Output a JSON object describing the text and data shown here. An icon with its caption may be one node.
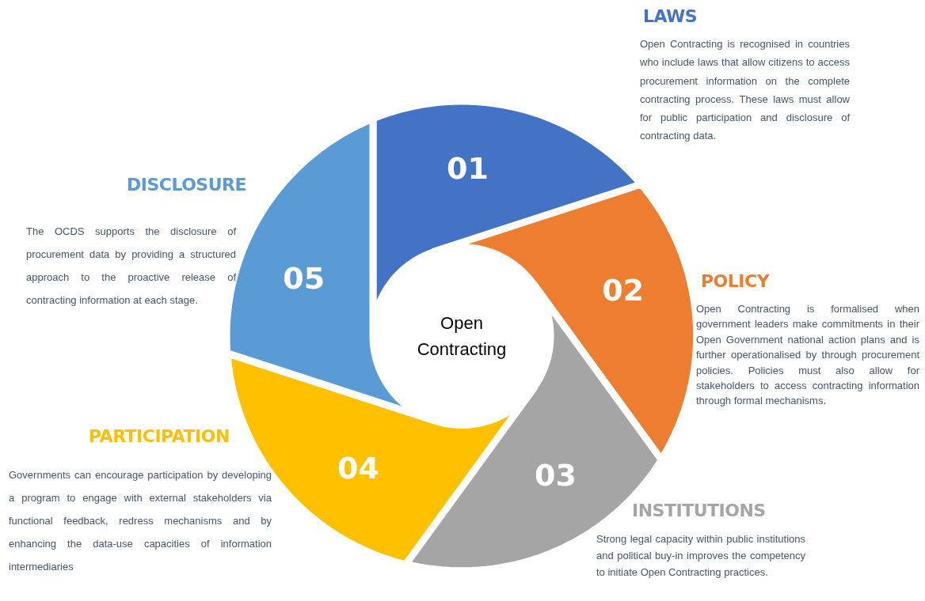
{
  "diagram": {
    "nodes": [
      {
        "text": [
          "Open Contracting"
        ]
      },
      {
        "text": [
          "01"
        ],
        "beside": [
          "LAWS",
          "Open Contracting is recognised in countries who include laws that allow citizens to access procurement information on the complete contracting process. These laws must allow for public participation and disclosure of contracting data."
        ]
      },
      {
        "text": [
          "02"
        ],
        "beside": [
          "POLICY",
          "Open Contracting is formalised when government leaders make commitments in their Open Government national action plans and is further operationalised by through procurement policies. Policies must also allow for stakeholders to access contracting information through formal mechanisms."
        ]
      },
      {
        "text": [
          "03"
        ],
        "beside": [
          "INSTITUTIONS",
          "Strong legal capacity within public institutions and political buy-in improves the competency to initiate Open Contracting practices."
        ]
      },
      {
        "text": [
          "04"
        ],
        "beside": [
          "PARTICIPATION",
          "Governments can encourage participation by developing a program to engage with external stakeholders via functional feedback, redress mechanisms and by enhancing the data-use capacities of information intermediaries"
        ]
      },
      {
        "text": [
          "05"
        ],
        "beside": [
          "DISCLOSURE",
          "The OCDS supports the disclosure of procurement data by providing a structured approach to the proactive release of contracting information at each stage."
        ]
      }
    ]
  }
}
